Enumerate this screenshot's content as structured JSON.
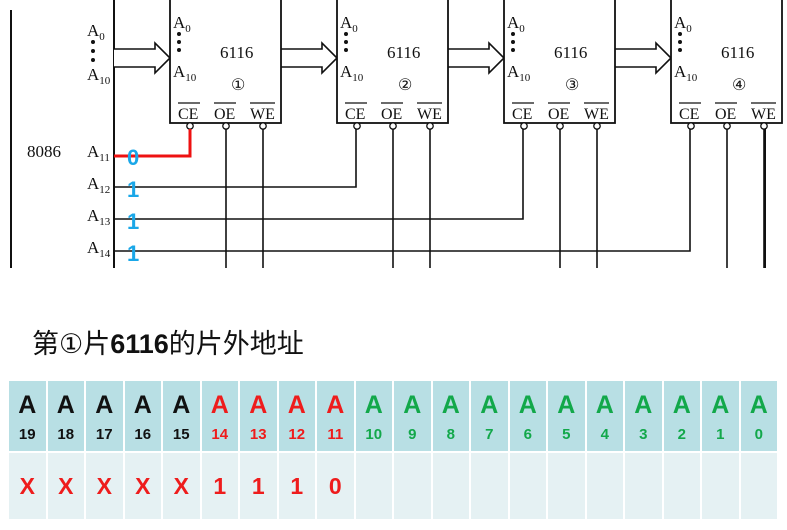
{
  "diagram": {
    "cpu_label": "8086",
    "cpu_address_labels": [
      {
        "base": "A",
        "sub": "0"
      },
      {
        "base": "A",
        "sub": "10"
      }
    ],
    "select_lines": [
      {
        "base": "A",
        "sub": "11",
        "bit": "0",
        "highlight": true
      },
      {
        "base": "A",
        "sub": "12",
        "bit": "1",
        "highlight": false
      },
      {
        "base": "A",
        "sub": "13",
        "bit": "1",
        "highlight": false
      },
      {
        "base": "A",
        "sub": "14",
        "bit": "1",
        "highlight": false
      }
    ],
    "chips": [
      {
        "name": "6116",
        "index": "①",
        "addr_top": "A0",
        "addr_bottom": "A10",
        "pins": [
          "CE",
          "OE",
          "WE"
        ]
      },
      {
        "name": "6116",
        "index": "②",
        "addr_top": "A0",
        "addr_bottom": "A10",
        "pins": [
          "CE",
          "OE",
          "WE"
        ]
      },
      {
        "name": "6116",
        "index": "③",
        "addr_top": "A0",
        "addr_bottom": "A10",
        "pins": [
          "CE",
          "OE",
          "WE"
        ]
      },
      {
        "name": "6116",
        "index": "④",
        "addr_top": "A0",
        "addr_bottom": "A10",
        "pins": [
          "CE",
          "OE",
          "WE"
        ]
      }
    ],
    "colors": {
      "highlight_wire": "#ee1111",
      "bit_value": "#1aa7e8",
      "wire": "#111111"
    }
  },
  "caption": {
    "prefix": "第①片",
    "chip": "6116",
    "suffix": "的片外地址"
  },
  "address_table": {
    "columns": [
      {
        "letter": "A",
        "bit": "19",
        "group": "unused"
      },
      {
        "letter": "A",
        "bit": "18",
        "group": "unused"
      },
      {
        "letter": "A",
        "bit": "17",
        "group": "unused"
      },
      {
        "letter": "A",
        "bit": "16",
        "group": "unused"
      },
      {
        "letter": "A",
        "bit": "15",
        "group": "unused"
      },
      {
        "letter": "A",
        "bit": "14",
        "group": "chip-select"
      },
      {
        "letter": "A",
        "bit": "13",
        "group": "chip-select"
      },
      {
        "letter": "A",
        "bit": "12",
        "group": "chip-select"
      },
      {
        "letter": "A",
        "bit": "11",
        "group": "chip-select"
      },
      {
        "letter": "A",
        "bit": "10",
        "group": "in-chip"
      },
      {
        "letter": "A",
        "bit": "9",
        "group": "in-chip"
      },
      {
        "letter": "A",
        "bit": "8",
        "group": "in-chip"
      },
      {
        "letter": "A",
        "bit": "7",
        "group": "in-chip"
      },
      {
        "letter": "A",
        "bit": "6",
        "group": "in-chip"
      },
      {
        "letter": "A",
        "bit": "5",
        "group": "in-chip"
      },
      {
        "letter": "A",
        "bit": "4",
        "group": "in-chip"
      },
      {
        "letter": "A",
        "bit": "3",
        "group": "in-chip"
      },
      {
        "letter": "A",
        "bit": "2",
        "group": "in-chip"
      },
      {
        "letter": "A",
        "bit": "1",
        "group": "in-chip"
      },
      {
        "letter": "A",
        "bit": "0",
        "group": "in-chip"
      }
    ],
    "values": [
      "X",
      "X",
      "X",
      "X",
      "X",
      "1",
      "1",
      "1",
      "0",
      "",
      "",
      "",
      "",
      "",
      "",
      "",
      "",
      "",
      "",
      ""
    ],
    "group_colors": {
      "unused": "#111111",
      "chip-select": "#ee1c1c",
      "in-chip": "#12a84a"
    },
    "value_color": "#ee1c1c"
  }
}
